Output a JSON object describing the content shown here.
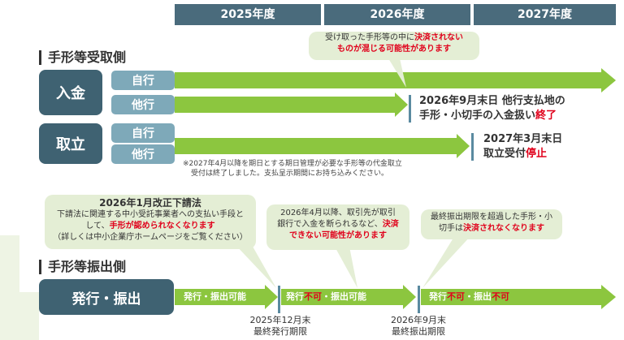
{
  "years": [
    "2025年度",
    "2026年度",
    "2027年度"
  ],
  "receiving": {
    "title": "手形等受取側",
    "deposit_label": "入金",
    "collection_label": "取立",
    "own_bank": "自行",
    "other_bank": "他行",
    "bubble_top": {
      "line1a": "受け取った手形等の中に",
      "line1b": "決済されない",
      "line2": "ものが混じる可能性があります"
    },
    "other_end": {
      "line1": "2026年9月末日 他行支払地の",
      "line2a": "手形・小切手の入金扱い",
      "line2b": "終了"
    },
    "collection_end": {
      "line1": "2027年3月末日",
      "line2a": "取立受付",
      "line2b": "停止"
    },
    "note_line1": "※2027年4月以降を期日とする期日管理が必要な手形等の代金取立",
    "note_line2": "受付は終了しました。支払呈示期間にお持ち込みください。"
  },
  "bubbles_mid": {
    "b1": {
      "title": "2026年1月改正下請法",
      "line1": "下請法に関連する中小受託事業者への支払い手段と",
      "line2a": "して、",
      "line2b": "手形が認められなくなります",
      "line3": "（詳しくは中小企業庁ホームページをご覧ください）"
    },
    "b2": {
      "line1": "2026年4月以降、取引先が取引",
      "line2a": "銀行で入金を断られるなど、",
      "line2b": "決済",
      "line3": "できない可能性があります"
    },
    "b3": {
      "line1": "最終振出期限を超過した手形・小",
      "line2a": "切手は",
      "line2b": "決済されなくなります"
    }
  },
  "issuing": {
    "title": "手形等振出側",
    "box_label": "発行・振出",
    "seg1": "発行・振出可能",
    "seg2a": "発行",
    "seg2b": "不可",
    "seg2c": "・振出可能",
    "seg3a": "発行",
    "seg3b": "不可",
    "seg3c": "・振出",
    "seg3d": "不可",
    "date1_line1": "2025年12月末",
    "date1_line2": "最終発行期限",
    "date2_line1": "2026年9月末",
    "date2_line2": "最終振出期限"
  },
  "colors": {
    "year_bg": "#4a6b7c",
    "dark_box": "#3f6272",
    "light_box": "#7ea9b9",
    "arrow": "#8cc63f",
    "bubble": "#e4eed5",
    "red": "#e0001b"
  }
}
